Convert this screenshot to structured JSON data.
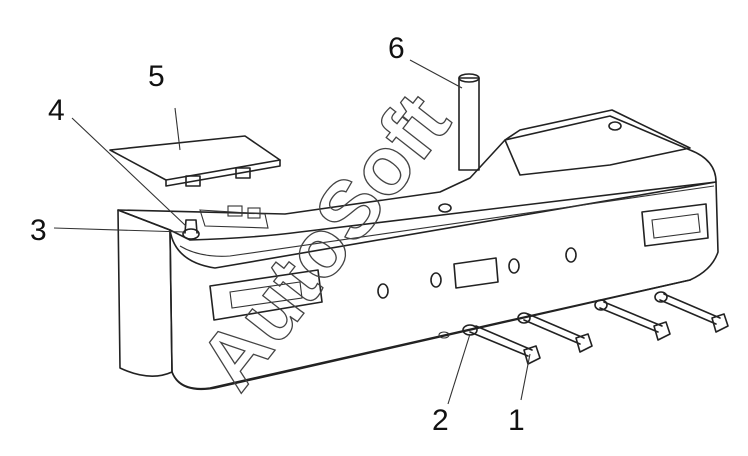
{
  "diagram": {
    "callouts": [
      "1",
      "2",
      "3",
      "4",
      "5",
      "6"
    ],
    "watermark": "AutoSoft"
  },
  "colors": {
    "line": "#222222",
    "fill": "#f3f3f3",
    "shade": "#d9d9d9"
  }
}
